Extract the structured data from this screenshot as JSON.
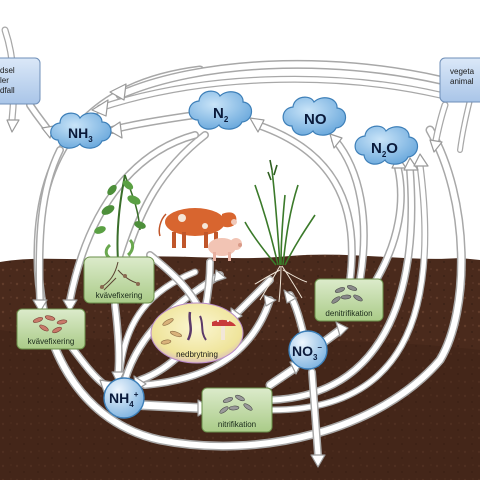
{
  "top_left_box": {
    "line1": "dsel",
    "line2": "ler",
    "line3": "dfall"
  },
  "top_right_box": {
    "line1": "vegeta",
    "line2": "animal"
  },
  "clouds": {
    "nh3": {
      "main": "NH",
      "sub": "3"
    },
    "n2": {
      "main": "N",
      "sub": "2"
    },
    "no": {
      "main": "NO"
    },
    "n2o": {
      "main": "N",
      "mid": "2",
      "tail": "O"
    }
  },
  "ions": {
    "nh4": {
      "main": "NH",
      "sub": "4",
      "sup": "+"
    },
    "no3": {
      "main": "NO",
      "sub": "3",
      "sup": "–"
    }
  },
  "processes": {
    "root_fixation": "kvävefixering",
    "soil_fixation": "kvävefixering",
    "decomposition": "nedbrytning",
    "nitrification": "nitrifikation",
    "denitrification": "denitrifikation"
  },
  "colors": {
    "soil": "#4a2a1c",
    "cloud_fill": "#8fc4ea",
    "cloud_stroke": "#3d7fb8",
    "box_fill": "#c4dda6",
    "box_stroke": "#6a8f4a",
    "label_box_fill": "#bcd3ef",
    "decomp_fill": "#f2e9a8",
    "arrow_fill": "#ffffff",
    "arrow_stroke": "#9a9a9a"
  }
}
